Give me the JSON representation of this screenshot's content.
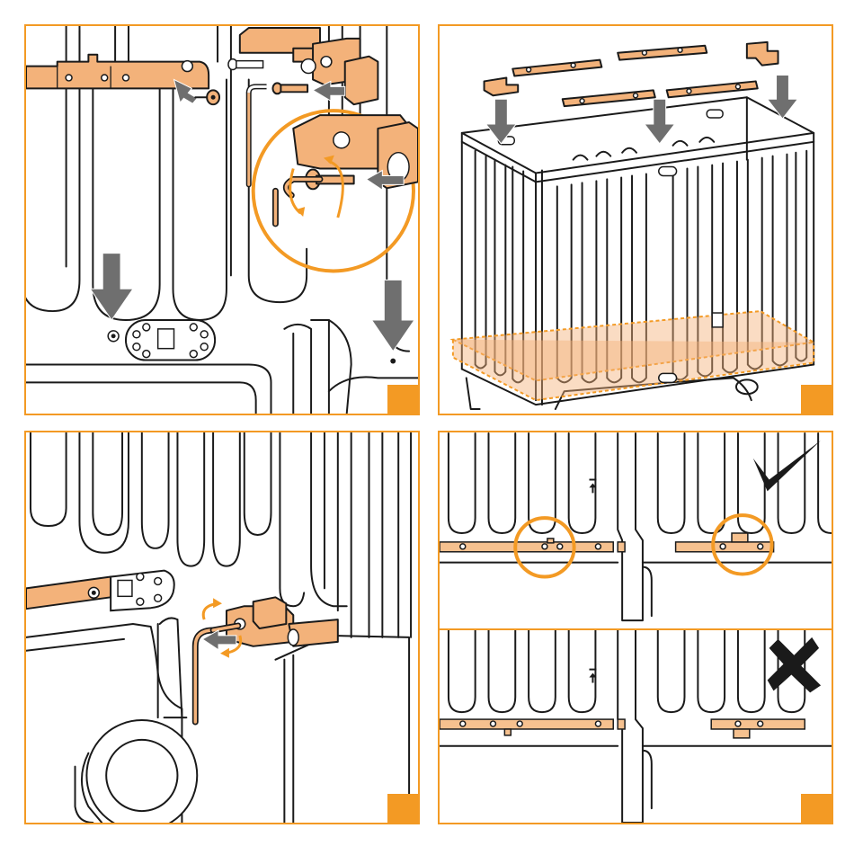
{
  "colors": {
    "accent": "#F39A24",
    "wood": "#F3B27A",
    "arrow": "#6F6F6F",
    "outline": "#1a1a1a",
    "background": "#ffffff"
  },
  "panels": [
    {
      "id": "attach-connectors",
      "marker": "orange-square"
    },
    {
      "id": "insert-bars-into-frame",
      "marker": "orange-square"
    },
    {
      "id": "tighten-bolt",
      "marker": "orange-square"
    },
    {
      "id": "orientation-check",
      "marker": "orange-square",
      "cases": [
        {
          "id": "correct",
          "icon": "checkmark-icon",
          "indicator": "up-arrow-icon"
        },
        {
          "id": "incorrect",
          "icon": "cross-icon",
          "indicator": "up-arrow-icon"
        }
      ]
    }
  ]
}
